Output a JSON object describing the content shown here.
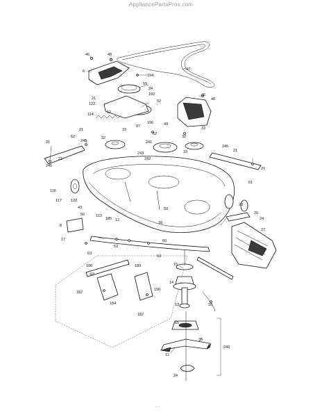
{
  "watermark": "AppliancePartsPros.com",
  "footer_mark": "- -",
  "callouts": [
    {
      "id": "c46a",
      "text": "46"
    },
    {
      "id": "c48a",
      "text": "48"
    },
    {
      "id": "c47",
      "text": "47"
    },
    {
      "id": "c6",
      "text": "6"
    },
    {
      "id": "c194",
      "text": "194"
    },
    {
      "id": "c59",
      "text": "59"
    },
    {
      "id": "c24a",
      "text": "24"
    },
    {
      "id": "c192",
      "text": "192"
    },
    {
      "id": "c52a",
      "text": "52"
    },
    {
      "id": "c21a",
      "text": "21"
    },
    {
      "id": "c122",
      "text": "122"
    },
    {
      "id": "c52b",
      "text": "52"
    },
    {
      "id": "c114",
      "text": "114"
    },
    {
      "id": "c97",
      "text": "97"
    },
    {
      "id": "c196",
      "text": "196"
    },
    {
      "id": "c46b",
      "text": "46"
    },
    {
      "id": "c48b",
      "text": "48"
    },
    {
      "id": "c33a",
      "text": "33"
    },
    {
      "id": "c21b",
      "text": "21"
    },
    {
      "id": "c62",
      "text": "62"
    },
    {
      "id": "c32a",
      "text": "32"
    },
    {
      "id": "c33b",
      "text": "33"
    },
    {
      "id": "c49",
      "text": "49"
    },
    {
      "id": "c52c",
      "text": "52"
    },
    {
      "id": "c241",
      "text": "241"
    },
    {
      "id": "c32b",
      "text": "32"
    },
    {
      "id": "c33c",
      "text": "33"
    },
    {
      "id": "c245a",
      "text": "245"
    },
    {
      "id": "c21c",
      "text": "21"
    },
    {
      "id": "c243",
      "text": "243"
    },
    {
      "id": "c242",
      "text": "242"
    },
    {
      "id": "c245b",
      "text": "245"
    },
    {
      "id": "c21d",
      "text": "21"
    },
    {
      "id": "c245c",
      "text": "245"
    },
    {
      "id": "c21e",
      "text": "21"
    },
    {
      "id": "c21f",
      "text": "21"
    },
    {
      "id": "c61",
      "text": "61"
    },
    {
      "id": "c116",
      "text": "116"
    },
    {
      "id": "c117",
      "text": "117"
    },
    {
      "id": "c120",
      "text": "120"
    },
    {
      "id": "c43",
      "text": "43"
    },
    {
      "id": "c50",
      "text": "50"
    },
    {
      "id": "c56",
      "text": "56"
    },
    {
      "id": "c113",
      "text": "113"
    },
    {
      "id": "c185",
      "text": "185"
    },
    {
      "id": "c8",
      "text": "8"
    },
    {
      "id": "c12",
      "text": "12"
    },
    {
      "id": "c18",
      "text": "18"
    },
    {
      "id": "c20",
      "text": "20"
    },
    {
      "id": "c26",
      "text": "26"
    },
    {
      "id": "c24b",
      "text": "24"
    },
    {
      "id": "c27",
      "text": "27"
    },
    {
      "id": "c17",
      "text": "17"
    },
    {
      "id": "c63a",
      "text": "63"
    },
    {
      "id": "c53",
      "text": "53"
    },
    {
      "id": "c60",
      "text": "60"
    },
    {
      "id": "c63b",
      "text": "63"
    },
    {
      "id": "c100",
      "text": "100"
    },
    {
      "id": "c189",
      "text": "189"
    },
    {
      "id": "c63c",
      "text": "63"
    },
    {
      "id": "c15",
      "text": "15"
    },
    {
      "id": "c14",
      "text": "14"
    },
    {
      "id": "c187a",
      "text": "187"
    },
    {
      "id": "c184",
      "text": "184"
    },
    {
      "id": "c190",
      "text": "190"
    },
    {
      "id": "c187b",
      "text": "187"
    },
    {
      "id": "c13",
      "text": "13"
    },
    {
      "id": "c10",
      "text": "10"
    },
    {
      "id": "c65",
      "text": "65"
    },
    {
      "id": "c35",
      "text": "35"
    },
    {
      "id": "c246",
      "text": "246"
    },
    {
      "id": "c11",
      "text": "11"
    },
    {
      "id": "c24c",
      "text": "24"
    }
  ]
}
